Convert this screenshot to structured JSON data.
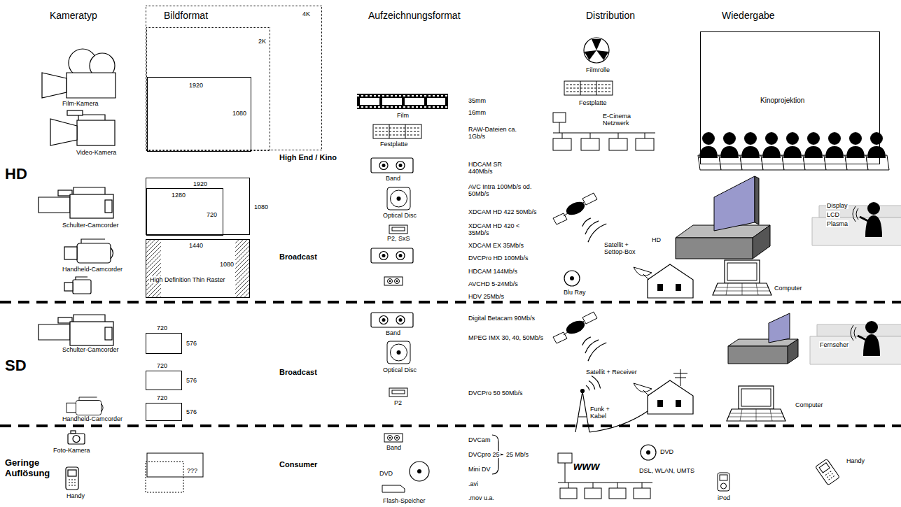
{
  "diagram": {
    "nodes": [
      {
        "text": [
          "4K"
        ]
      },
      {
        "text": [
          "2K"
        ],
        "in": 0
      },
      {
        "text": [
          "1920",
          "1080"
        ],
        "in": 1
      },
      {
        "text": [
          "1920",
          "1080"
        ]
      },
      {
        "text": [
          "1280",
          "720"
        ],
        "in": 3
      },
      {
        "text": [
          "1440",
          "1080",
          "High Definition Thin Raster"
        ]
      },
      {
        "text": [
          "720",
          "576"
        ]
      },
      {
        "text": [
          "720",
          "576"
        ]
      },
      {
        "text": [
          "720",
          "576"
        ]
      },
      {
        "text": [
          "Kinoprojektion"
        ]
      }
    ],
    "labels": [
      "Kameratyp",
      "Bildformat",
      "Aufzeichnungsformat",
      "Distribution",
      "Wiedergabe",
      "Film-Kamera",
      "35mm",
      "16mm",
      "Filmrolle",
      "Film",
      "Festplatte",
      "RAW-Dateien ca. 1Gb/s",
      "Festplatte",
      "Video-Kamera",
      "E-Cinema Netzwerk",
      "High End / Kino",
      "HD",
      "Band",
      "HDCAM SR 440Mb/s",
      "AVC Intra 100Mb/s od. 50Mb/s",
      "Optical Disc",
      "XDCAM HD 422 50Mb/s",
      "Display",
      "LCD",
      "Plasma",
      "Schulter-Camcorder",
      "P2, SxS",
      "XDCAM HD 420 < 35Mb/s",
      "Satellit + Settop-Box",
      "HD",
      "XDCAM EX 35Mb/s",
      "DVCPro HD 100Mb/s",
      "Broadcast",
      "Handheld-Camcorder",
      "HDCAM 144Mb/s",
      "AVCHD 5-24Mb/s",
      "Blu Ray",
      "HDV 25Mb/s",
      "Computer",
      "Digital Betacam 90Mb/s",
      "Band",
      "Schulter-Camcorder",
      "SD",
      "MPEG IMX 30, 40, 50Mb/s",
      "Fernseher",
      "Satellit + Receiver",
      "Broadcast",
      "Optical Disc",
      "DVCPro 50 50Mb/s",
      "P2",
      "Computer",
      "Funk + Kabel",
      "Handheld-Camcorder",
      "DVCam",
      "DVCpro 25",
      "Mini DV",
      "25 Mb/s",
      "Band",
      "DVD",
      "Geringe Auflösung",
      "Foto-Kamera",
      "Consumer",
      "DVD",
      ".avi",
      "www",
      "DSL, WLAN, UMTS",
      "???",
      "Handy",
      "iPod",
      "Handy",
      "Flash-Speicher",
      ".mov u.a."
    ]
  }
}
